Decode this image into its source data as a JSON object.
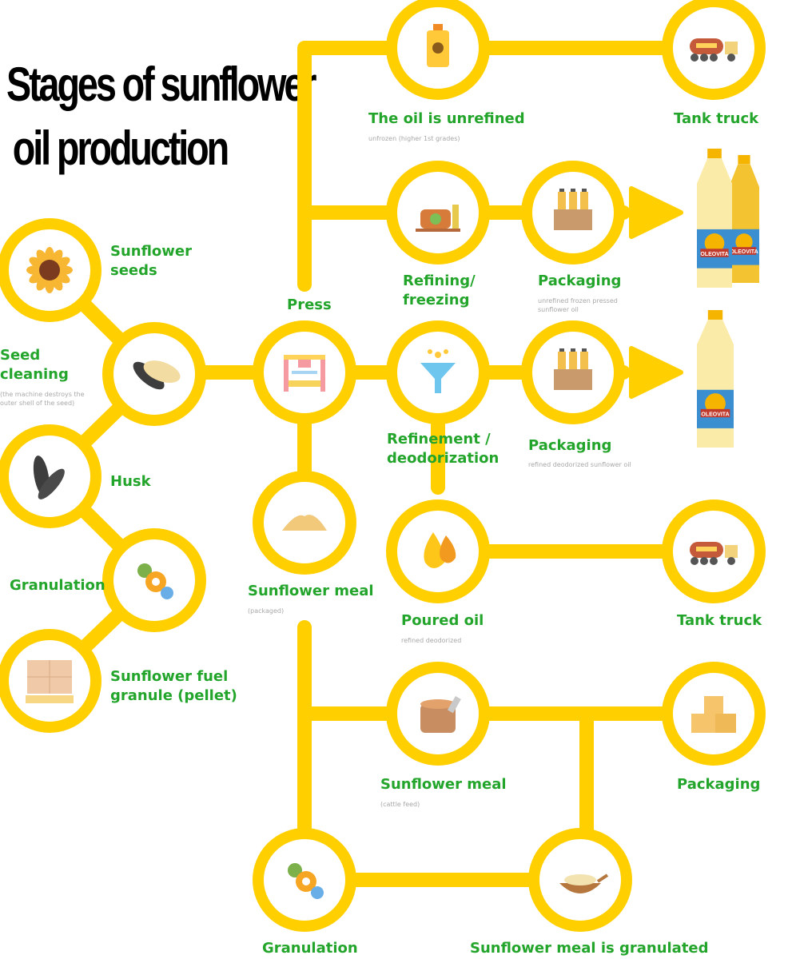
{
  "title": {
    "line1": "Stages of sunflower",
    "line2": "oil production"
  },
  "colors": {
    "connector": "#ffcf00",
    "label": "#23a52b",
    "subtext": "#a8a8a8",
    "title": "#000000"
  },
  "nodes": [
    {
      "id": "sunflower-seeds",
      "label": "Sunflower seeds",
      "lines": [
        "Sunflower",
        "seeds"
      ],
      "icon": "sunflower-icon"
    },
    {
      "id": "seed-cleaning",
      "label": "Seed cleaning",
      "lines": [
        "Seed",
        "cleaning"
      ],
      "sub": [
        "(the machine destroys the",
        "outer shell of the seed)"
      ],
      "icon": "seeds-icon"
    },
    {
      "id": "husk",
      "label": "Husk",
      "lines": [
        "Husk"
      ],
      "icon": "husk-icon"
    },
    {
      "id": "granulation-left",
      "label": "Granulation",
      "lines": [
        "Granulation"
      ],
      "icon": "gears-icon"
    },
    {
      "id": "fuel-granule",
      "label": "Sunflower fuel granule (pellet)",
      "lines": [
        "Sunflower fuel",
        "granule (pellet)"
      ],
      "icon": "pallet-boxes-icon"
    },
    {
      "id": "press",
      "label": "Press",
      "lines": [
        "Press"
      ],
      "icon": "press-machine-icon"
    },
    {
      "id": "oil-unrefined",
      "label": "The oil is unrefined",
      "lines": [
        "The oil is unrefined"
      ],
      "sub": [
        "unfrozen (higher 1st grades)"
      ],
      "icon": "oil-canister-icon"
    },
    {
      "id": "tank-truck-top",
      "label": "Tank truck",
      "lines": [
        "Tank truck"
      ],
      "icon": "tank-truck-icon"
    },
    {
      "id": "refining-freezing",
      "label": "Refining/ freezing",
      "lines": [
        "Refining/",
        "freezing"
      ],
      "icon": "refinery-icon"
    },
    {
      "id": "packaging-unrefined",
      "label": "Packaging",
      "lines": [
        "Packaging"
      ],
      "sub": [
        "unrefined frozen pressed",
        "sunflower oil"
      ],
      "icon": "bottle-crate-icon"
    },
    {
      "id": "refinement",
      "label": "Refinement / deodorization",
      "lines": [
        "Refinement /",
        "deodorization"
      ],
      "icon": "funnel-icon"
    },
    {
      "id": "packaging-refined",
      "label": "Packaging",
      "lines": [
        "Packaging"
      ],
      "sub": [
        "refined deodorized sunflower oil"
      ],
      "icon": "bottle-crate-icon"
    },
    {
      "id": "sunflower-meal-packaged",
      "label": "Sunflower meal",
      "lines": [
        "Sunflower meal"
      ],
      "sub": [
        "(packaged)"
      ],
      "icon": "meal-pile-icon"
    },
    {
      "id": "poured-oil",
      "label": "Poured oil",
      "lines": [
        "Poured oil"
      ],
      "sub": [
        "refined deodorized"
      ],
      "icon": "oil-drops-icon"
    },
    {
      "id": "tank-truck-bottom",
      "label": "Tank truck",
      "lines": [
        "Tank truck"
      ],
      "icon": "tank-truck-icon"
    },
    {
      "id": "sunflower-meal-feed",
      "label": "Sunflower meal",
      "lines": [
        "Sunflower meal"
      ],
      "sub": [
        "(cattle feed)"
      ],
      "icon": "feed-sack-icon"
    },
    {
      "id": "packaging-meal",
      "label": "Packaging",
      "lines": [
        "Packaging"
      ],
      "icon": "boxes-stack-icon"
    },
    {
      "id": "granulation-bottom",
      "label": "Granulation",
      "lines": [
        "Granulation"
      ],
      "icon": "gears-icon"
    },
    {
      "id": "meal-granulated",
      "label": "Sunflower meal is granulated",
      "lines": [
        "Sunflower meal is granulated"
      ],
      "icon": "bowl-spoon-icon"
    }
  ],
  "products": [
    {
      "id": "bottles-unrefined",
      "brand": "OLEOVITA",
      "icon": "oil-bottles-icon"
    },
    {
      "id": "bottle-refined",
      "brand": "OLEOVITA",
      "icon": "oil-bottle-icon"
    }
  ],
  "edges": [
    [
      "sunflower-seeds",
      "seed-cleaning"
    ],
    [
      "seed-cleaning",
      "husk"
    ],
    [
      "husk",
      "granulation-left"
    ],
    [
      "granulation-left",
      "fuel-granule"
    ],
    [
      "seed-cleaning",
      "press"
    ],
    [
      "press",
      "oil-unrefined"
    ],
    [
      "oil-unrefined",
      "tank-truck-top"
    ],
    [
      "press",
      "refining-freezing"
    ],
    [
      "refining-freezing",
      "packaging-unrefined"
    ],
    [
      "packaging-unrefined",
      "bottles-unrefined"
    ],
    [
      "press",
      "refinement"
    ],
    [
      "refinement",
      "packaging-refined"
    ],
    [
      "packaging-refined",
      "bottle-refined"
    ],
    [
      "refinement",
      "poured-oil"
    ],
    [
      "poured-oil",
      "tank-truck-bottom"
    ],
    [
      "press",
      "sunflower-meal-packaged"
    ],
    [
      "sunflower-meal-packaged",
      "sunflower-meal-feed"
    ],
    [
      "sunflower-meal-feed",
      "packaging-meal"
    ],
    [
      "sunflower-meal-packaged",
      "granulation-bottom"
    ],
    [
      "granulation-bottom",
      "meal-granulated"
    ],
    [
      "meal-granulated",
      "packaging-meal"
    ]
  ]
}
